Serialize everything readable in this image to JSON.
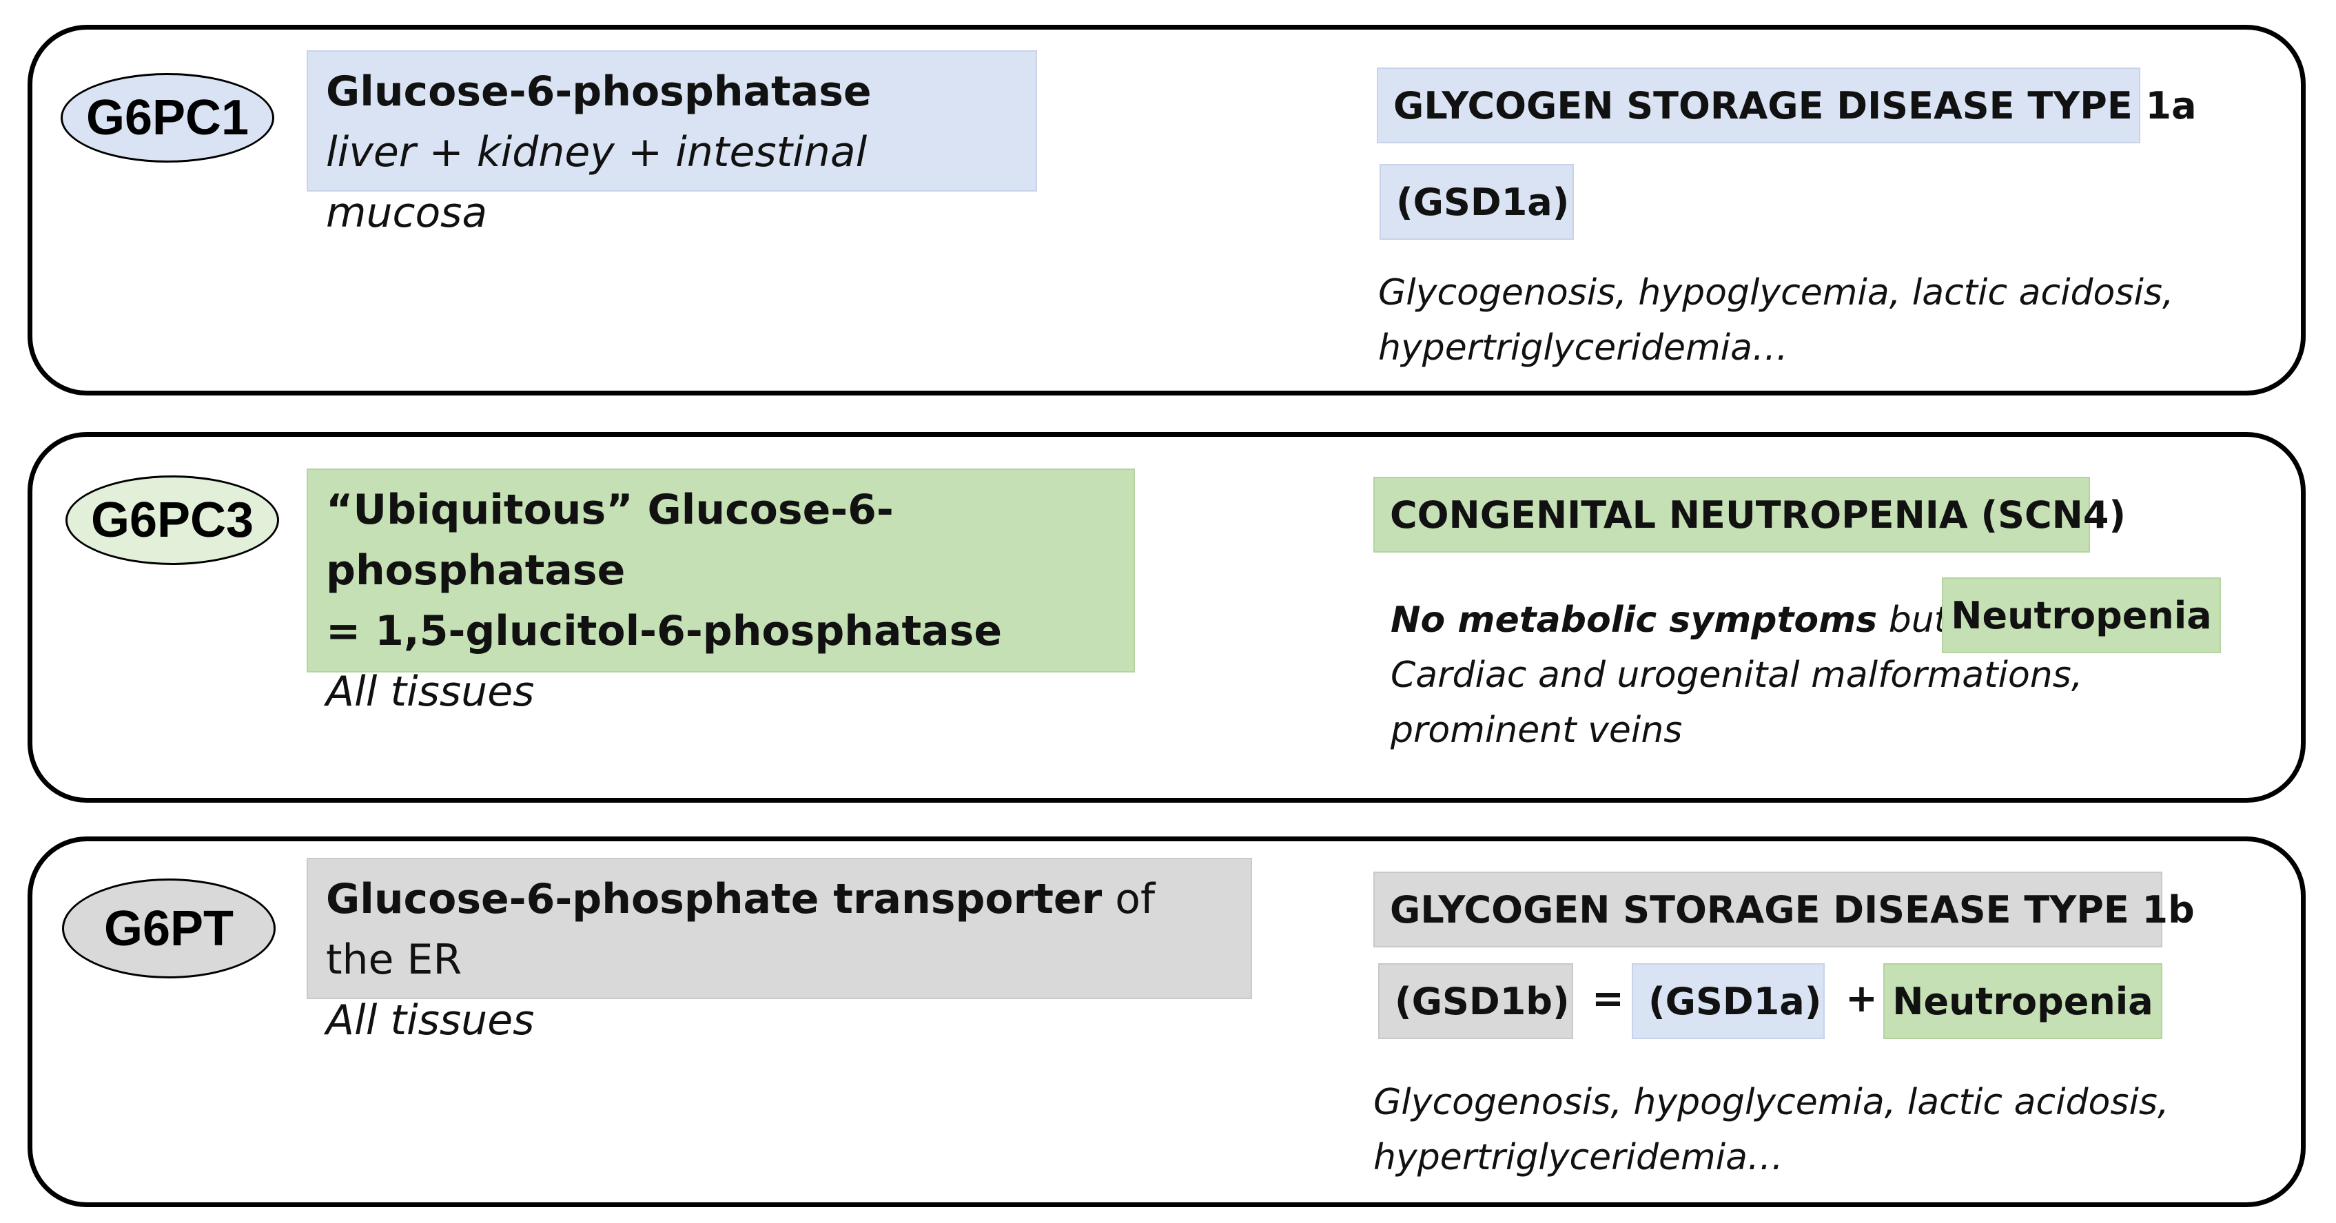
{
  "rows": [
    {
      "gene": "G6PC1",
      "description_title": "Glucose-6-phosphatase",
      "description_tissue": "liver + kidney + intestinal mucosa",
      "disease": "GLYCOGEN STORAGE DISEASE TYPE 1a",
      "disease_abbrev": "(GSD1a)",
      "symptoms_line1": "Glycogenosis, hypoglycemia, lactic acidosis,",
      "symptoms_line2": "hypertriglyceridemia…"
    },
    {
      "gene": "G6PC3",
      "description_line1": "“Ubiquitous” Glucose-6-phosphatase",
      "description_line2": "= 1,5-glucitol-6-phosphatase",
      "description_tissue": "All tissues",
      "disease": "CONGENITAL NEUTROPENIA (SCN4)",
      "symptoms_bold": "No metabolic symptoms",
      "symptoms_but": " but",
      "neutropenia_tag": "Neutropenia",
      "symptoms_line2": "Cardiac and urogenital malformations,",
      "symptoms_line3": "prominent veins"
    },
    {
      "gene": "G6PT",
      "description_bold": "Glucose-6-phosphate transporter",
      "description_rest": " of the ER",
      "description_tissue": "All tissues",
      "disease": "GLYCOGEN STORAGE DISEASE TYPE 1b",
      "equation": {
        "left": "(GSD1b)",
        "equals": "=",
        "middle": "(GSD1a)",
        "plus": "+",
        "right": "Neutropenia"
      },
      "symptoms_line1": "Glycogenosis, hypoglycemia, lactic acidosis,",
      "symptoms_line2": "hypertriglyceridemia…"
    }
  ],
  "colors": {
    "g6pc1": "#dae3f3",
    "g6pc3": "#c5e0b4",
    "g6pt": "#d9d9d9",
    "border": "#000000"
  }
}
